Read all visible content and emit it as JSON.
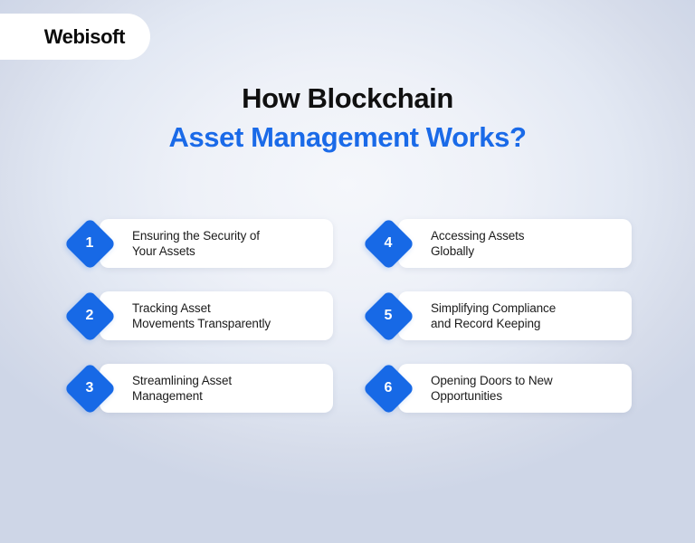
{
  "brand": {
    "logo_text": "Webisoft"
  },
  "heading": {
    "line1": "How Blockchain",
    "line2": "Asset Management Works?",
    "line1_color": "#101010",
    "line2_color": "#1a6ae8"
  },
  "theme": {
    "accent_blue": "#1769e6",
    "card_bg": "#ffffff",
    "text_color": "#1b1b1b",
    "bg_center": "#f5f7fb",
    "bg_edge": "#ced6e7"
  },
  "steps": [
    {
      "number": "1",
      "label": "Ensuring the Security of\nYour Assets"
    },
    {
      "number": "4",
      "label": "Accessing Assets\nGlobally"
    },
    {
      "number": "2",
      "label": "Tracking Asset\nMovements Transparently"
    },
    {
      "number": "5",
      "label": "Simplifying Compliance\nand Record Keeping"
    },
    {
      "number": "3",
      "label": "Streamlining Asset\nManagement"
    },
    {
      "number": "6",
      "label": "Opening Doors to New\nOpportunities"
    }
  ]
}
